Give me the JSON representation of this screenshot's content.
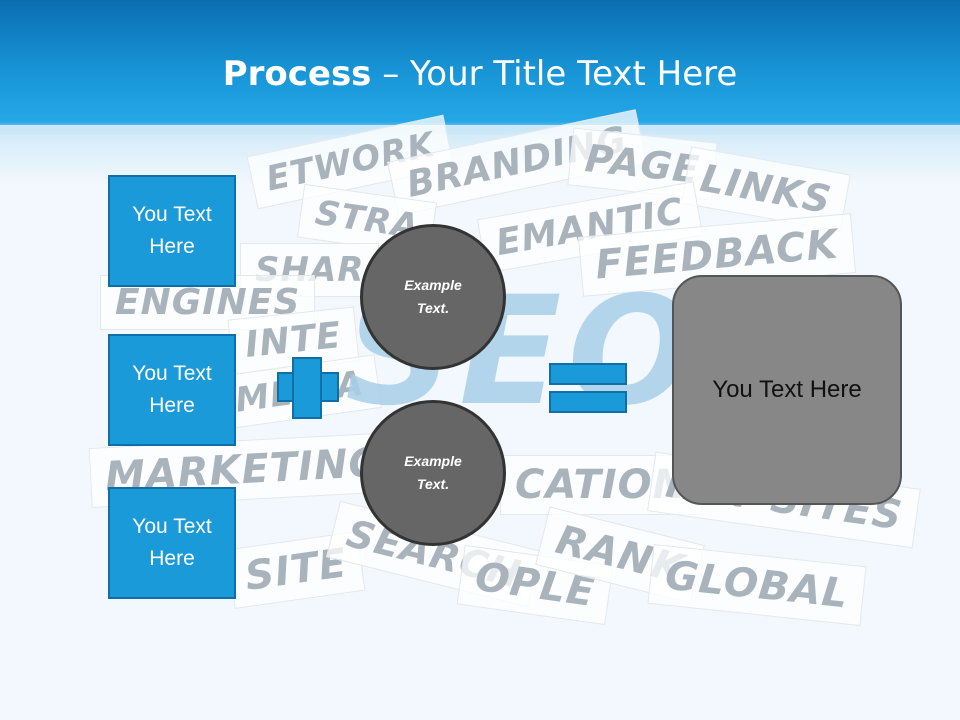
{
  "title": {
    "bold": "Process",
    "rest": " – Your Title Text Here"
  },
  "background_words": [
    "ETWORK",
    "BRANDING",
    "PAGE",
    "LINKS",
    "STRA",
    "EMANTIC",
    "FEEDBACK",
    "SHAR",
    "ENGINES",
    "INTE",
    "MARKETING",
    "CATION",
    "NET SITES",
    "SITE",
    "SEARCH",
    "OPLE",
    "RANK",
    "GLOBAL",
    "MEDIA"
  ],
  "background_logo": "SEO",
  "left_boxes": [
    {
      "label": "You Text Here"
    },
    {
      "label": "You Text Here"
    },
    {
      "label": "You Text Here"
    }
  ],
  "circles": [
    {
      "label": "Example Text."
    },
    {
      "label": "Example Text."
    }
  ],
  "result": {
    "label": "You Text Here"
  },
  "colors": {
    "accent": "#1a9ad8",
    "circle": "#666666",
    "result_box": "#878787",
    "header": "#1896d8"
  }
}
